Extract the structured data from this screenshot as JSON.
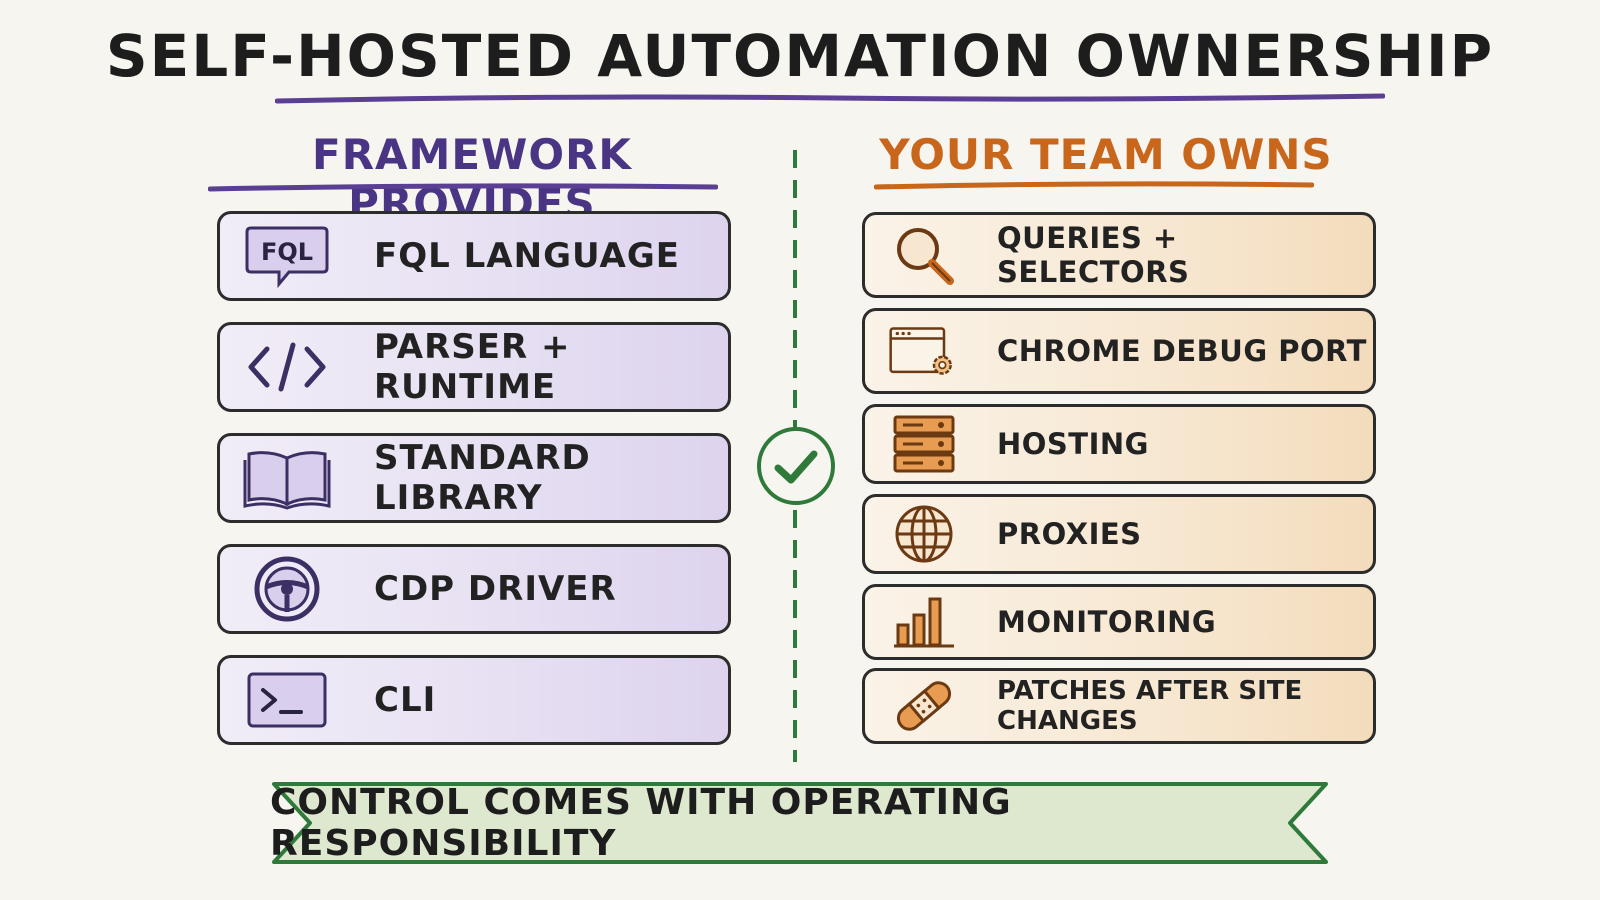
{
  "title": "SELF-HOSTED AUTOMATION OWNERSHIP",
  "left": {
    "heading": "FRAMEWORK PROVIDES",
    "items": [
      {
        "label": "FQL LANGUAGE",
        "icon": "fql-speech-bubble-icon",
        "icon_text": "FQL"
      },
      {
        "label": "PARSER + RUNTIME",
        "icon": "code-brackets-icon"
      },
      {
        "label": "STANDARD LIBRARY",
        "icon": "open-book-icon"
      },
      {
        "label": "CDP DRIVER",
        "icon": "steering-wheel-icon"
      },
      {
        "label": "CLI",
        "icon": "terminal-prompt-icon"
      }
    ]
  },
  "right": {
    "heading": "YOUR TEAM OWNS",
    "items": [
      {
        "label": "QUERIES + SELECTORS",
        "icon": "magnifier-icon"
      },
      {
        "label": "CHROME DEBUG PORT",
        "icon": "browser-gear-icon"
      },
      {
        "label": "HOSTING",
        "icon": "server-rack-icon"
      },
      {
        "label": "PROXIES",
        "icon": "globe-icon"
      },
      {
        "label": "MONITORING",
        "icon": "bar-chart-icon"
      },
      {
        "label": "PATCHES AFTER SITE CHANGES",
        "icon": "bandage-icon"
      }
    ]
  },
  "banner": "CONTROL COMES WITH OPERATING RESPONSIBILITY",
  "colors": {
    "purple": "#4a3585",
    "orange": "#c8661c",
    "green": "#2f7a3a",
    "ink": "#2c2c2c"
  }
}
